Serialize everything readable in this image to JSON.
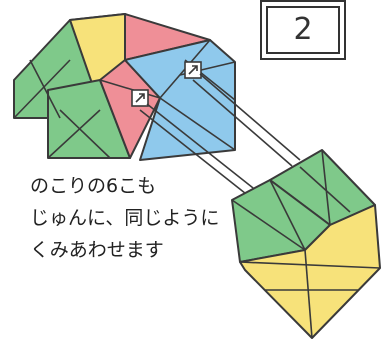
{
  "step": {
    "number": "2"
  },
  "instruction": {
    "lines": [
      "のこりの6こも",
      "じゅんに、同じように",
      "くみあわせます"
    ]
  },
  "colors": {
    "green": "#7fc98a",
    "green_dark": "#5fae6e",
    "yellow": "#f7e27a",
    "pink": "#ef8f97",
    "blue": "#8fc9ec",
    "outline": "#3a3a3a"
  },
  "icons": {
    "arrow": "insert-arrow-icon"
  }
}
